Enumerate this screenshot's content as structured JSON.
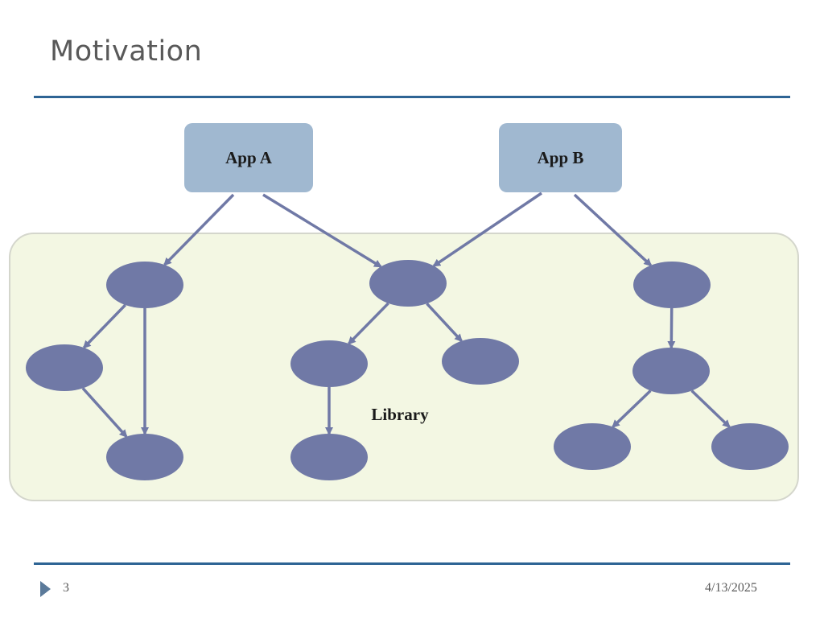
{
  "slide": {
    "title": "Motivation",
    "page_number": "3",
    "date": "4/13/2025"
  },
  "diagram": {
    "apps": [
      {
        "id": "app-a",
        "label": "App A"
      },
      {
        "id": "app-b",
        "label": "App B"
      }
    ],
    "library_label": "Library",
    "edges": [
      [
        "app-a",
        "n1"
      ],
      [
        "app-a",
        "n4"
      ],
      [
        "app-b",
        "n4"
      ],
      [
        "app-b",
        "n8"
      ],
      [
        "n1",
        "n2"
      ],
      [
        "n1",
        "n3"
      ],
      [
        "n2",
        "n3"
      ],
      [
        "n4",
        "n5"
      ],
      [
        "n4",
        "n6"
      ],
      [
        "n5",
        "n7"
      ],
      [
        "n8",
        "n9"
      ],
      [
        "n9",
        "n10"
      ],
      [
        "n9",
        "n11"
      ]
    ],
    "colors": {
      "app_box": "#a0b8d0",
      "node": "#7079a6",
      "edge": "#7079a6",
      "library_bg": "#f3f7e3",
      "library_border": "#d4d6cc",
      "rule": "#2e6494"
    }
  }
}
